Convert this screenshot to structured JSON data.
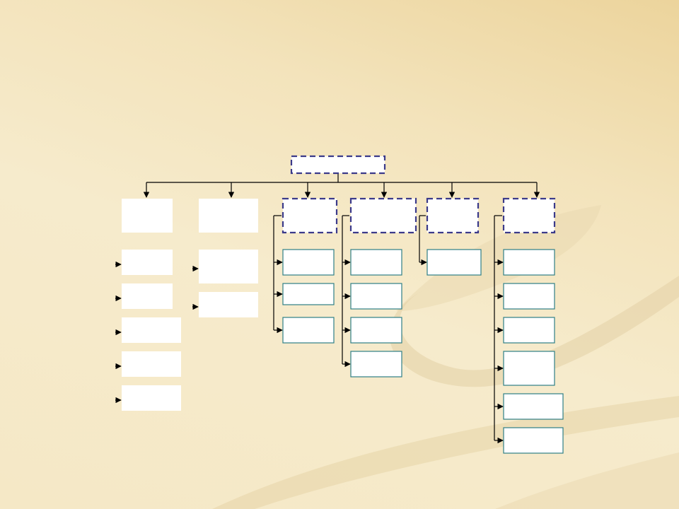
{
  "slide": {
    "title": "",
    "colors": {
      "background": "#f5e8c6",
      "dashed_border": "#3b3a8a",
      "solid_border": "#2f7f86",
      "connector": "#000000",
      "box_fill": "#ffffff"
    }
  },
  "diagram": {
    "root": {
      "label": "",
      "border": "dashed"
    },
    "branches": [
      {
        "label": "",
        "border": "none",
        "children": [
          {
            "label": ""
          },
          {
            "label": ""
          },
          {
            "label": ""
          },
          {
            "label": ""
          },
          {
            "label": ""
          }
        ]
      },
      {
        "label": "",
        "border": "none",
        "children": [
          {
            "label": ""
          },
          {
            "label": ""
          }
        ]
      },
      {
        "label": "",
        "border": "dashed",
        "children": [
          {
            "label": ""
          },
          {
            "label": ""
          },
          {
            "label": ""
          }
        ]
      },
      {
        "label": "",
        "border": "dashed",
        "children": [
          {
            "label": ""
          },
          {
            "label": ""
          },
          {
            "label": ""
          },
          {
            "label": ""
          }
        ]
      },
      {
        "label": "",
        "border": "dashed",
        "children": [
          {
            "label": ""
          }
        ]
      },
      {
        "label": "",
        "border": "dashed",
        "children": [
          {
            "label": ""
          },
          {
            "label": ""
          },
          {
            "label": ""
          },
          {
            "label": ""
          },
          {
            "label": ""
          },
          {
            "label": ""
          }
        ]
      }
    ]
  }
}
